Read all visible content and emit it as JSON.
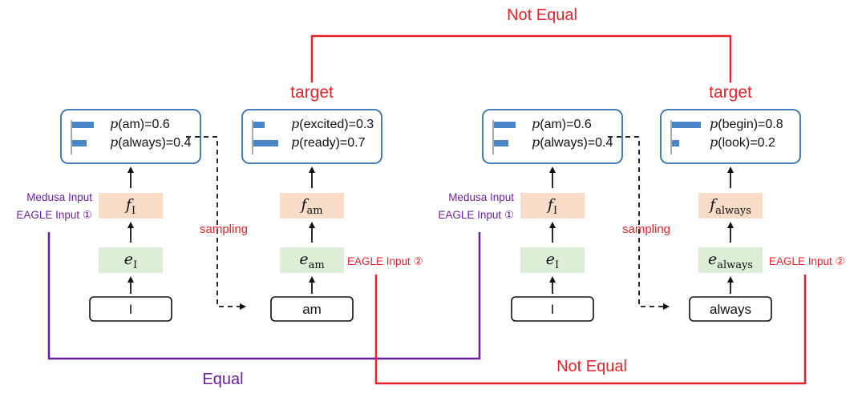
{
  "top_label": "Not Equal",
  "bottom_right_label": "Not Equal",
  "bottom_left_label": "Equal",
  "colors": {
    "red": "#e8222a",
    "purple": "#6a1fa0",
    "blue": "#2f6fb4",
    "bar": "#4a86c5",
    "orange_bg": "#f9dcc8",
    "green_bg": "#ddeed6"
  },
  "groups": [
    {
      "id": "g1",
      "prob": {
        "lines": [
          {
            "sym": "p",
            "text": "(am)=0.6",
            "value": 0.6
          },
          {
            "sym": "p",
            "text": "(always)=0.4",
            "value": 0.4
          }
        ]
      },
      "f": {
        "main": "f",
        "sub": "I"
      },
      "e": {
        "main": "e",
        "sub": "I"
      },
      "token": "I"
    },
    {
      "id": "g2",
      "target_label": "target",
      "prob": {
        "lines": [
          {
            "sym": "p",
            "text": "(excited)=0.3",
            "value": 0.3
          },
          {
            "sym": "p",
            "text": "(ready)=0.7",
            "value": 0.7
          }
        ]
      },
      "f": {
        "main": "f",
        "sub": "am"
      },
      "e": {
        "main": "e",
        "sub": "am"
      },
      "token": "am"
    },
    {
      "id": "g3",
      "prob": {
        "lines": [
          {
            "sym": "p",
            "text": "(am)=0.6",
            "value": 0.6
          },
          {
            "sym": "p",
            "text": "(always)=0.4",
            "value": 0.4
          }
        ]
      },
      "f": {
        "main": "f",
        "sub": "I"
      },
      "e": {
        "main": "e",
        "sub": "I"
      },
      "token": "I"
    },
    {
      "id": "g4",
      "target_label": "target",
      "prob": {
        "lines": [
          {
            "sym": "p",
            "text": "(begin)=0.8",
            "value": 0.8
          },
          {
            "sym": "p",
            "text": "(look)=0.2",
            "value": 0.2
          }
        ]
      },
      "f": {
        "main": "f",
        "sub": "always"
      },
      "e": {
        "main": "e",
        "sub": "always"
      },
      "token": "always"
    }
  ],
  "medusa_input": "Medusa Input",
  "eagle_input_1": "EAGLE  Input ①",
  "eagle_input_2": "EAGLE  Input ②",
  "sampling": "sampling"
}
